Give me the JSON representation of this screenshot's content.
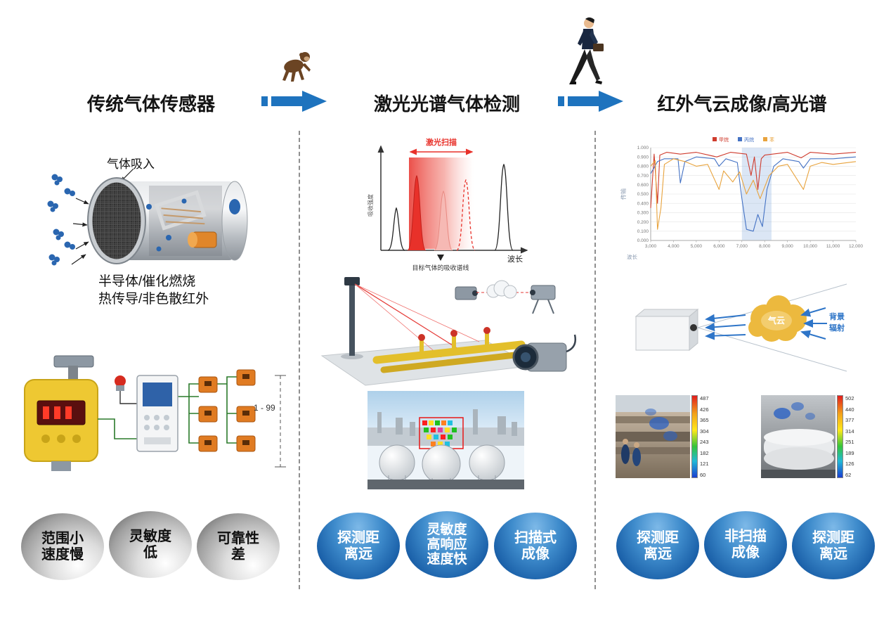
{
  "titles": {
    "col1": "传统气体传感器",
    "col2": "激光光谱气体检测",
    "col3": "红外气云成像/高光谱"
  },
  "col1": {
    "gas_intake_label": "气体吸入",
    "principle_line1": "半导体/催化燃烧",
    "principle_line2": "热传导/非色散红外",
    "detector_count_label": "1 - 99",
    "badges": [
      {
        "lines": [
          "范围小",
          "速度慢"
        ]
      },
      {
        "lines": [
          "灵敏度",
          "低"
        ]
      },
      {
        "lines": [
          "可靠性",
          "差"
        ]
      }
    ]
  },
  "col2": {
    "spectrum": {
      "scan_label": "激光扫描",
      "ylabel": "吸收强度",
      "xlabel": "波长",
      "target_note": "目标气体的吸收谱线"
    },
    "badges": [
      {
        "lines": [
          "探测距",
          "离远"
        ]
      },
      {
        "lines": [
          "灵敏度",
          "高响应",
          "速度快"
        ]
      },
      {
        "lines": [
          "扫描式",
          "成像"
        ]
      }
    ]
  },
  "col3": {
    "chart": {
      "type": "line",
      "ylabel": "传输",
      "xlabel": "波长",
      "x_range": [
        3000,
        12000
      ],
      "y_range": [
        0,
        1
      ],
      "y_ticks": [
        "1.000",
        "0.900",
        "0.800",
        "0.700",
        "0.600",
        "0.500",
        "0.400",
        "0.300",
        "0.200",
        "0.100",
        "0.000"
      ],
      "x_ticks": [
        "3,000",
        "4,000",
        "5,000",
        "6,000",
        "7,000",
        "8,000",
        "9,000",
        "10,000",
        "11,000",
        "12,000"
      ],
      "band_x": [
        7000,
        8300
      ],
      "series": [
        {
          "name": "甲烷",
          "color": "#cf3b2d",
          "points": [
            [
              3000,
              0.35
            ],
            [
              3150,
              0.93
            ],
            [
              3300,
              0.4
            ],
            [
              3400,
              0.92
            ],
            [
              3700,
              0.95
            ],
            [
              4300,
              0.93
            ],
            [
              5000,
              0.95
            ],
            [
              5900,
              0.9
            ],
            [
              6500,
              0.95
            ],
            [
              7200,
              0.93
            ],
            [
              7400,
              0.7
            ],
            [
              7550,
              0.9
            ],
            [
              7700,
              0.55
            ],
            [
              7850,
              0.88
            ],
            [
              8000,
              0.92
            ],
            [
              9000,
              0.95
            ],
            [
              9600,
              0.89
            ],
            [
              10000,
              0.95
            ],
            [
              11000,
              0.93
            ],
            [
              12000,
              0.95
            ]
          ]
        },
        {
          "name": "丙烷",
          "color": "#4472c4",
          "points": [
            [
              3000,
              0.72
            ],
            [
              3300,
              0.85
            ],
            [
              3600,
              0.88
            ],
            [
              4200,
              0.88
            ],
            [
              4300,
              0.62
            ],
            [
              4500,
              0.85
            ],
            [
              5000,
              0.9
            ],
            [
              5800,
              0.88
            ],
            [
              6000,
              0.8
            ],
            [
              6300,
              0.88
            ],
            [
              6800,
              0.84
            ],
            [
              7000,
              0.45
            ],
            [
              7200,
              0.12
            ],
            [
              7500,
              0.1
            ],
            [
              7700,
              0.28
            ],
            [
              7900,
              0.15
            ],
            [
              8100,
              0.55
            ],
            [
              8400,
              0.8
            ],
            [
              8800,
              0.88
            ],
            [
              9500,
              0.85
            ],
            [
              9700,
              0.78
            ],
            [
              10000,
              0.88
            ],
            [
              11000,
              0.88
            ],
            [
              12000,
              0.9
            ]
          ]
        },
        {
          "name": "苯",
          "color": "#e8a33d",
          "points": [
            [
              3000,
              0.8
            ],
            [
              3200,
              0.86
            ],
            [
              3300,
              0.12
            ],
            [
              3450,
              0.35
            ],
            [
              3600,
              0.82
            ],
            [
              4000,
              0.88
            ],
            [
              4500,
              0.85
            ],
            [
              5000,
              0.8
            ],
            [
              5500,
              0.82
            ],
            [
              6000,
              0.55
            ],
            [
              6200,
              0.75
            ],
            [
              6600,
              0.63
            ],
            [
              6900,
              0.74
            ],
            [
              7200,
              0.5
            ],
            [
              7500,
              0.65
            ],
            [
              7800,
              0.45
            ],
            [
              8200,
              0.7
            ],
            [
              8600,
              0.8
            ],
            [
              9000,
              0.82
            ],
            [
              9700,
              0.55
            ],
            [
              10000,
              0.8
            ],
            [
              10500,
              0.84
            ],
            [
              11000,
              0.82
            ],
            [
              12000,
              0.85
            ]
          ]
        }
      ]
    },
    "cloud_diagram": {
      "cloud_label": "气云",
      "radiation_line1": "背景",
      "radiation_line2": "辐射"
    },
    "thermal1": {
      "scale": [
        "487",
        "426",
        "365",
        "304",
        "243",
        "182",
        "121",
        "60"
      ]
    },
    "thermal2": {
      "scale": [
        "502",
        "440",
        "377",
        "314",
        "251",
        "189",
        "126",
        "62"
      ]
    },
    "badges": [
      {
        "lines": [
          "探测距",
          "离远"
        ]
      },
      {
        "lines": [
          "非扫描",
          "成像"
        ]
      },
      {
        "lines": [
          "探测距",
          "离远"
        ]
      }
    ]
  }
}
